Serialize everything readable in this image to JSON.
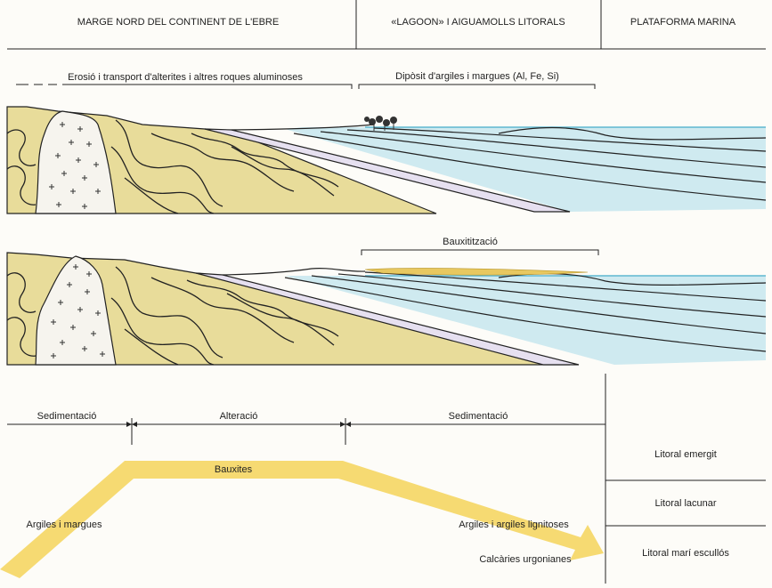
{
  "header": {
    "col1": "MARGE NORD DEL CONTINENT DE L'EBRE",
    "col2": "«LAGOON» I AIGUAMOLLS LITORALS",
    "col3": "PLATAFORMA MARINA"
  },
  "section1": {
    "left_label": "Erosió i transport d'alterites i altres roques aluminoses",
    "right_label": "Dipòsit d'argiles i margues (Al, Fe, Si)"
  },
  "section2": {
    "label": "Bauxitització"
  },
  "timeline": {
    "phase1": "Sedimentació",
    "phase2": "Alteració",
    "phase3": "Sedimentació",
    "arrow_top": "Bauxites",
    "arrow_start": "Argiles i margues",
    "arrow_end_top": "Argiles i argiles lignitoses",
    "arrow_end_bottom": "Calcàries urgonianes"
  },
  "legend": {
    "row1": "Litoral emergit",
    "row2": "Litoral lacunar",
    "row3": "Litoral marí escullós"
  },
  "colors": {
    "sediment": "#e8dc9a",
    "sea_shallow": "#cfeaf0",
    "sea_deep": "#b5e0ea",
    "lilac": "#e6e0f0",
    "granite": "#f6f4ee",
    "arrow": "#f5d86a",
    "line": "#222222"
  }
}
